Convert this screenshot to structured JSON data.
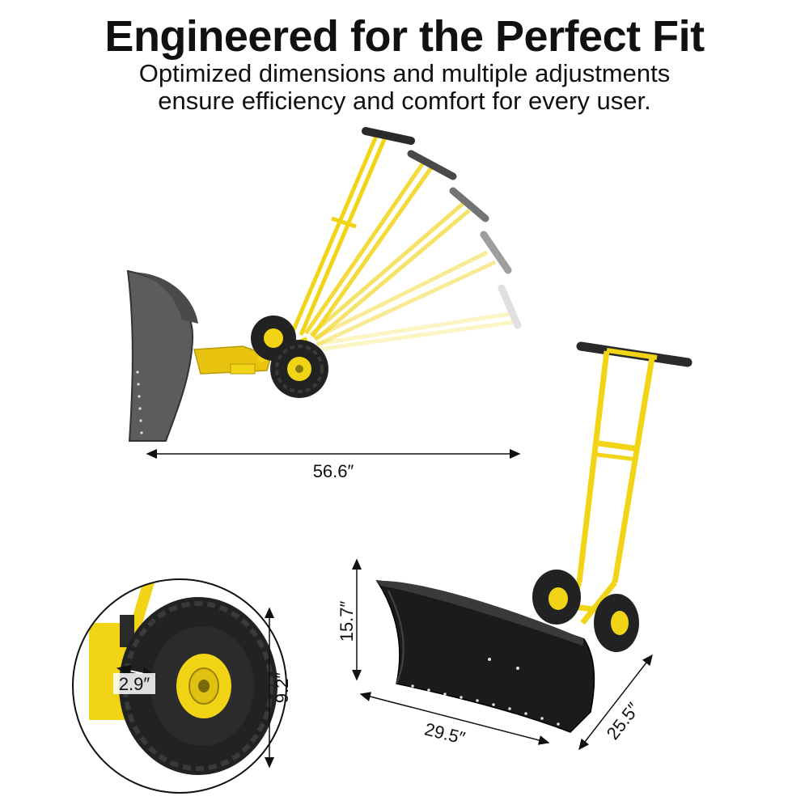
{
  "header": {
    "title": "Engineered for the Perfect Fit",
    "subtitle_line1": "Optimized dimensions and multiple adjustments",
    "subtitle_line2": "ensure efficiency and comfort for every user."
  },
  "dimensions": {
    "overall_length": "56.6″",
    "blade_height": "15.7″",
    "blade_width": "29.5″",
    "blade_depth": "25.5″",
    "wheel_diameter": "9.2″",
    "wheel_width": "2.9″"
  },
  "colors": {
    "frame_yellow": "#f2d416",
    "frame_shadow": "#c9ad0a",
    "blade_black": "#1b1b1b",
    "blade_grey": "#5c5c5c",
    "tire_black": "#222222",
    "grip_black": "#2a2a2a"
  }
}
